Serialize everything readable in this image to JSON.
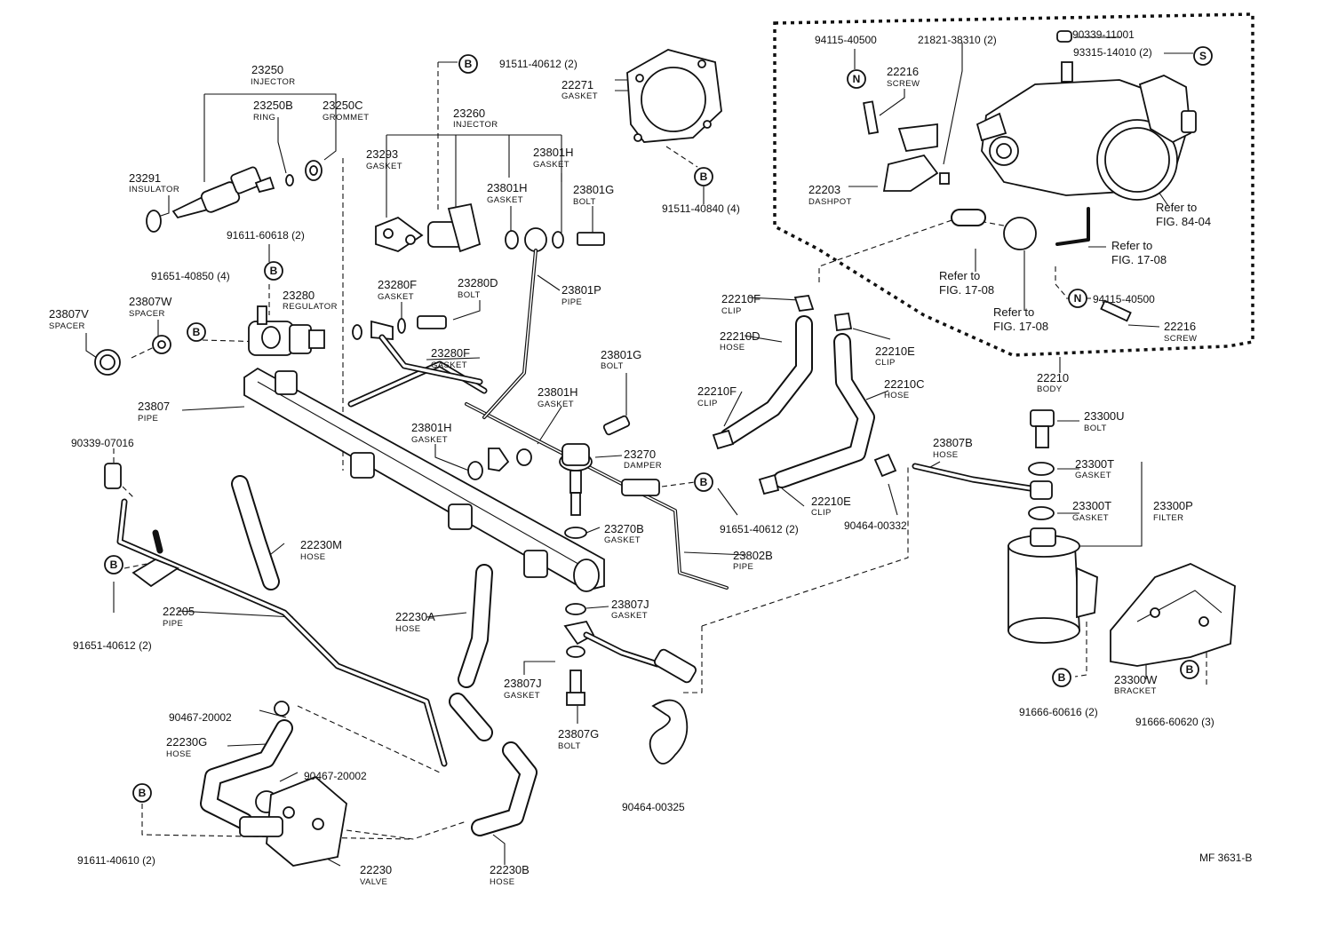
{
  "diagram_id": "MF 3631-B",
  "marks": {
    "B": "B",
    "N": "N",
    "S": "S"
  },
  "labels": {
    "p23250": "23250",
    "p23250_sub": "INJECTOR",
    "p23250B": "23250B",
    "p23250B_sub": "RING",
    "p23250C": "23250C",
    "p23250C_sub": "GROMMET",
    "p23291": "23291",
    "p23291_sub": "INSULATOR",
    "c91611_60618": "91611-60618 (2)",
    "c91651_40850": "91651-40850 (4)",
    "p23280": "23280",
    "p23280_sub": "REGULATOR",
    "p23807W": "23807W",
    "p23807W_sub": "SPACER",
    "p23807V": "23807V",
    "p23807V_sub": "SPACER",
    "p23807": "23807",
    "p23807_sub": "PIPE",
    "c90339_07016": "90339-07016",
    "c91651_40612_l": "91651-40612 (2)",
    "p22205": "22205",
    "p22205_sub": "PIPE",
    "p22230M": "22230M",
    "p22230M_sub": "HOSE",
    "p22230A": "22230A",
    "p22230A_sub": "HOSE",
    "c90467_20002_a": "90467-20002",
    "p22230G": "22230G",
    "p22230G_sub": "HOSE",
    "c90467_20002_b": "90467-20002",
    "c91611_40610": "91611-40610 (2)",
    "p22230": "22230",
    "p22230_sub": "VALVE",
    "p22230B": "22230B",
    "p22230B_sub": "HOSE",
    "c91511_40612": "91511-40612 (2)",
    "p23260": "23260",
    "p23260_sub": "INJECTOR",
    "p23293": "23293",
    "p23293_sub": "GASKET",
    "p23801H_a": "23801H",
    "p23801H_a_sub": "GASKET",
    "p23801H_b": "23801H",
    "p23801H_b_sub": "GASKET",
    "p23801G_a": "23801G",
    "p23801G_a_sub": "BOLT",
    "p22271": "22271",
    "p22271_sub": "GASKET",
    "c91511_40840": "91511-40840 (4)",
    "p23280F_a": "23280F",
    "p23280F_a_sub": "GASKET",
    "p23280D": "23280D",
    "p23280D_sub": "BOLT",
    "p23801P": "23801P",
    "p23801P_sub": "PIPE",
    "p23280F_b": "23280F",
    "p23280F_b_sub": "GASKET",
    "p23801G_b": "23801G",
    "p23801G_b_sub": "BOLT",
    "p23801H_c": "23801H",
    "p23801H_c_sub": "GASKET",
    "p23801H_d": "23801H",
    "p23801H_d_sub": "GASKET",
    "p23270": "23270",
    "p23270_sub": "DAMPER",
    "c91651_40612_m": "91651-40612 (2)",
    "p23270B": "23270B",
    "p23270B_sub": "GASKET",
    "p23802B": "23802B",
    "p23802B_sub": "PIPE",
    "p23807J_a": "23807J",
    "p23807J_a_sub": "GASKET",
    "p23807J_b": "23807J",
    "p23807J_b_sub": "GASKET",
    "p23807G": "23807G",
    "p23807G_sub": "BOLT",
    "c90464_00325": "90464-00325",
    "p22210F_a": "22210F",
    "p22210F_a_sub": "CLIP",
    "p22210D": "22210D",
    "p22210D_sub": "HOSE",
    "p22210F_b": "22210F",
    "p22210F_b_sub": "CLIP",
    "p22210E_a": "22210E",
    "p22210E_a_sub": "CLIP",
    "p22210C": "22210C",
    "p22210C_sub": "HOSE",
    "p22210E_b": "22210E",
    "p22210E_b_sub": "CLIP",
    "c90464_00332": "90464-00332",
    "p23807B": "23807B",
    "p23807B_sub": "HOSE",
    "c94115_40500_a": "94115-40500",
    "c21821_38310": "21821-38310 (2)",
    "c90339_11001": "90339-11001",
    "c93315_14010": "93315-14010 (2)",
    "p22216_a": "22216",
    "p22216_a_sub": "SCREW",
    "p22203": "22203",
    "p22203_sub": "DASHPOT",
    "ref_84_04_a": "Refer to",
    "ref_84_04_b": "FIG. 84-04",
    "ref_17_08_1a": "Refer to",
    "ref_17_08_1b": "FIG. 17-08",
    "ref_17_08_2a": "Refer to",
    "ref_17_08_2b": "FIG. 17-08",
    "ref_17_08_3a": "Refer to",
    "ref_17_08_3b": "FIG. 17-08",
    "c94115_40500_b": "94115-40500",
    "p22216_b": "22216",
    "p22216_b_sub": "SCREW",
    "p22210": "22210",
    "p22210_sub": "BODY",
    "p23300U": "23300U",
    "p23300U_sub": "BOLT",
    "p23300T_a": "23300T",
    "p23300T_a_sub": "GASKET",
    "p23300T_b": "23300T",
    "p23300T_b_sub": "GASKET",
    "p23300P": "23300P",
    "p23300P_sub": "FILTER",
    "p23300W": "23300W",
    "p23300W_sub": "BRACKET",
    "c91666_60616": "91666-60616 (2)",
    "c91666_60620": "91666-60620 (3)"
  }
}
